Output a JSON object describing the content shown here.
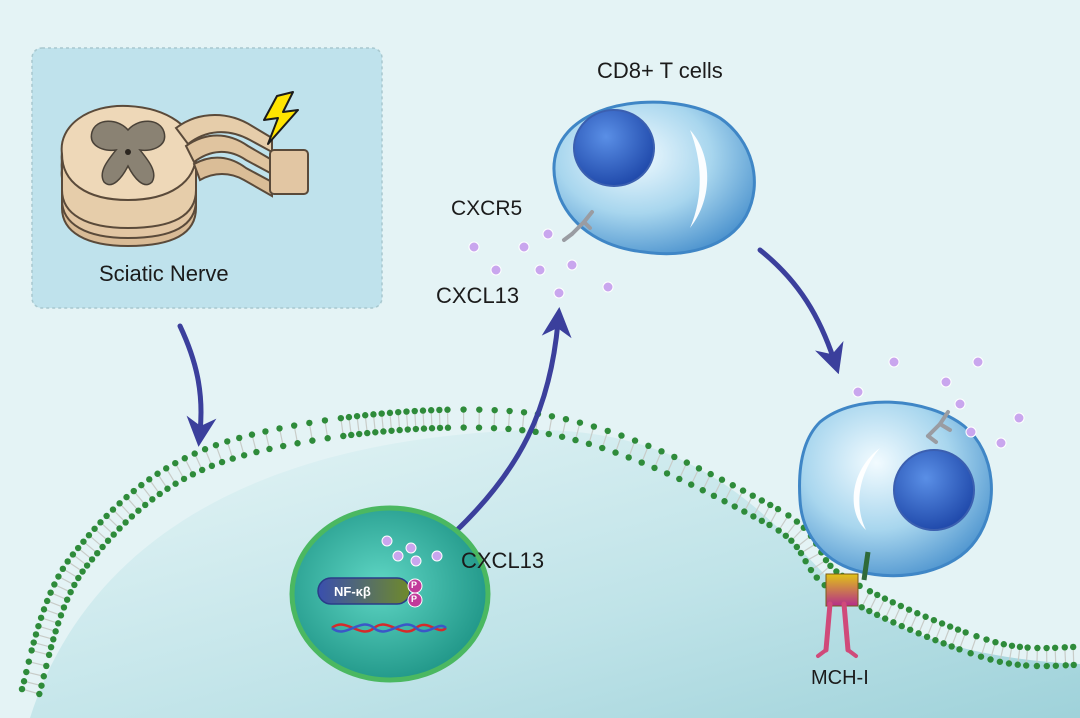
{
  "labels": {
    "cd8_t_cells": "CD8+ T cells",
    "cxcr5": "CXCR5",
    "cxcl13_secreted": "CXCL13",
    "cxcl13_nucleus": "CXCL13",
    "sciatic_nerve": "Sciatic Nerve",
    "mhc": "MCH-I",
    "nfkb": "NF-κβ",
    "phospho_1": "P",
    "phospho_2": "P"
  },
  "colors": {
    "background": "#e4f3f5",
    "cell_body": "#c6e6ea",
    "membrane_bead": "#2e8b3a",
    "arrow": "#3b3f9c",
    "chemokine_dot": "#c9a6ee",
    "t_cell": "#8fc5e8",
    "t_cell_nucleus": "#2f5fbf",
    "nucleus_fill": "#2fa89a",
    "nfkb_pill": "#3c55a8",
    "lightning": "#ffe400"
  },
  "icons": [
    "spinal-cord-icon",
    "lightning-icon",
    "t-cell-icon",
    "receptor-icon",
    "dna-icon"
  ]
}
